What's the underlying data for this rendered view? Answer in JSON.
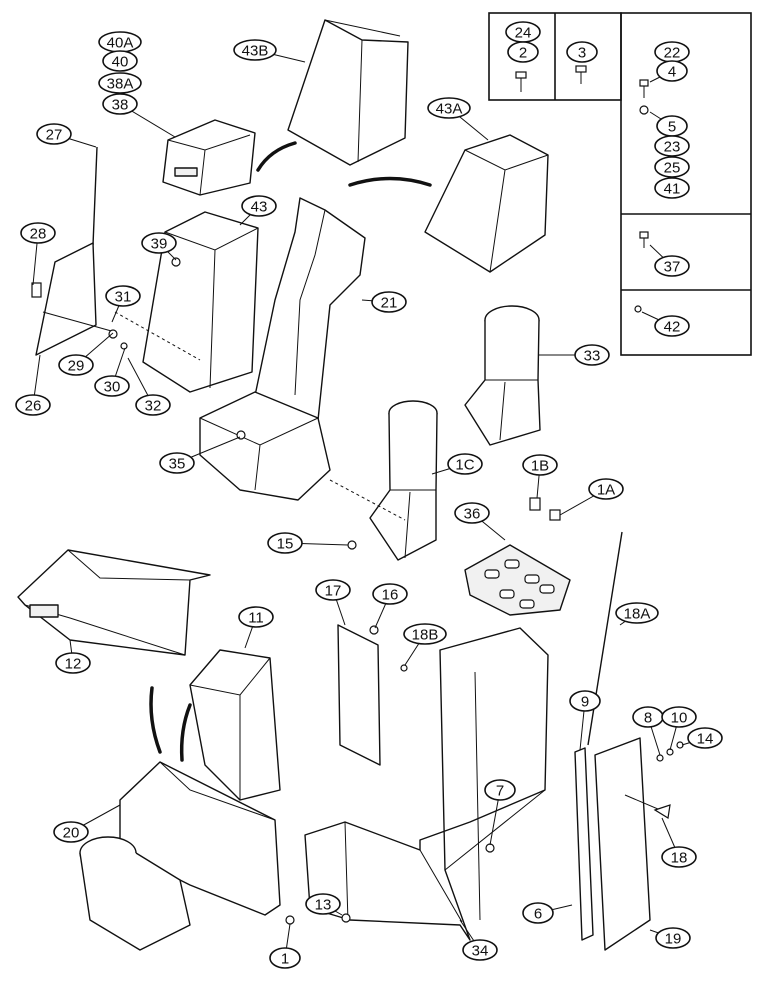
{
  "callouts": [
    "40A",
    "40",
    "38A",
    "38",
    "43B",
    "24",
    "2",
    "3",
    "22",
    "4",
    "5",
    "23",
    "25",
    "41",
    "37",
    "42",
    "43A",
    "27",
    "28",
    "43",
    "39",
    "31",
    "21",
    "29",
    "30",
    "32",
    "26",
    "33",
    "35",
    "1C",
    "1B",
    "1A",
    "36",
    "15",
    "17",
    "16",
    "18B",
    "11",
    "18A",
    "12",
    "9",
    "8",
    "10",
    "14",
    "7",
    "18",
    "20",
    "13",
    "6",
    "19",
    "1",
    "34"
  ]
}
